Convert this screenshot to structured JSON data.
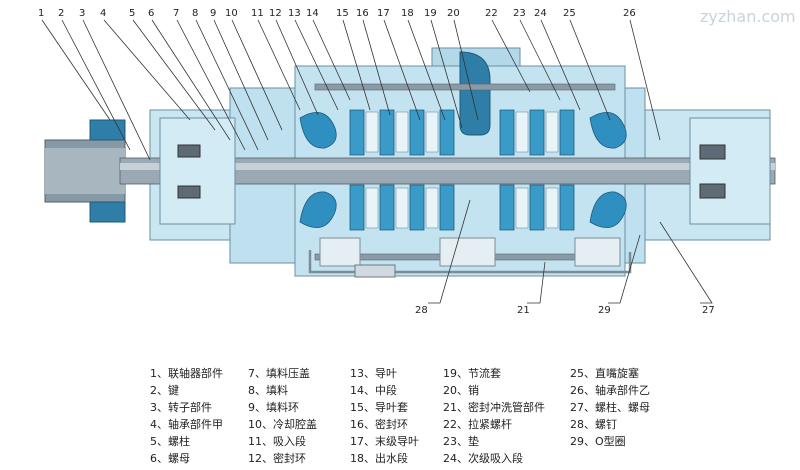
{
  "watermark": "zyzhan.com",
  "callouts": [
    "1",
    "2",
    "3",
    "4",
    "5",
    "6",
    "7",
    "8",
    "9",
    "10",
    "11",
    "12",
    "13",
    "14",
    "15",
    "16",
    "17",
    "18",
    "19",
    "20",
    "22",
    "23",
    "24",
    "25",
    "26"
  ],
  "bottom_callouts": [
    "28",
    "21",
    "29",
    "27"
  ],
  "legend": [
    [
      "1、联轴器部件",
      "7、填料压盖",
      "13、导叶",
      "19、节流套",
      "25、直嘴旋塞"
    ],
    [
      "2、键",
      "8、填料",
      "14、中段",
      "20、销",
      "26、轴承部件乙"
    ],
    [
      "3、转子部件",
      "9、填料环",
      "15、导叶套",
      "21、密封冲洗管部件",
      "27、螺柱、螺母"
    ],
    [
      "4、轴承部件甲",
      "10、冷却腔盖",
      "16、密封环",
      "22、拉紧螺杆",
      "28、螺钉"
    ],
    [
      "5、螺柱",
      "11、吸入段",
      "17、末级导叶",
      "23、垫",
      "29、O型圈"
    ],
    [
      "6、螺母",
      "12、密封环",
      "18、出水段",
      "24、次级吸入段",
      ""
    ]
  ]
}
